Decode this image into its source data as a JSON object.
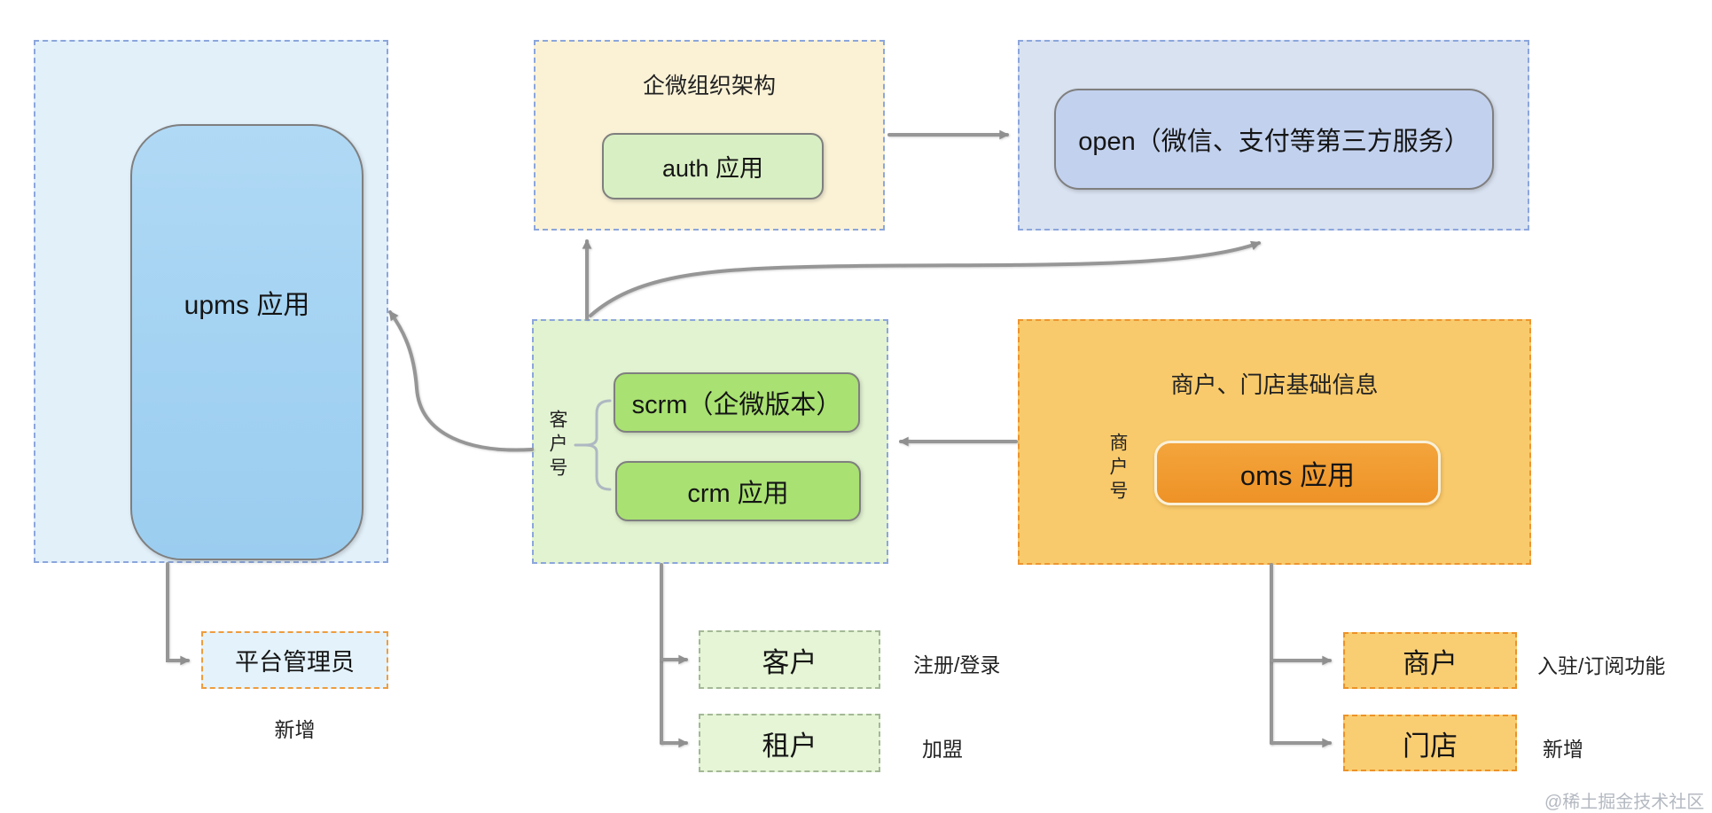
{
  "diagram": {
    "nodes": {
      "upms": {
        "app_label": "upms 应用"
      },
      "wecom_org": {
        "title": "企微组织架构",
        "app_label": "auth 应用"
      },
      "open_platform": {
        "app_label": "open（微信、支付等第三方服务）"
      },
      "customer_apps": {
        "side_label": "客户号",
        "apps": [
          "scrm（企微版本）",
          "crm 应用"
        ]
      },
      "merchant_info": {
        "title": "商户、门店基础信息",
        "side_label": "商户号",
        "app_label": "oms 应用"
      }
    },
    "leaves": {
      "platform_admin": {
        "label": "平台管理员",
        "note": "新增"
      },
      "customer": {
        "label": "客户",
        "note": "注册/登录"
      },
      "tenant": {
        "label": "租户",
        "note": "加盟"
      },
      "merchant": {
        "label": "商户",
        "note": "入驻/订阅功能"
      },
      "store": {
        "label": "门店",
        "note": "新增"
      }
    },
    "colors": {
      "dashed_blue_border": "#8ca6dc",
      "dashed_orange_border": "#ec9630",
      "upms_fill": "#a3d2f2",
      "green_app_fill": "#a9e172",
      "oms_fill": "#ef9a2f",
      "open_fill": "#c2d1ee",
      "arrow_gray": "#969696"
    },
    "watermark": "@稀土掘金技术社区"
  }
}
